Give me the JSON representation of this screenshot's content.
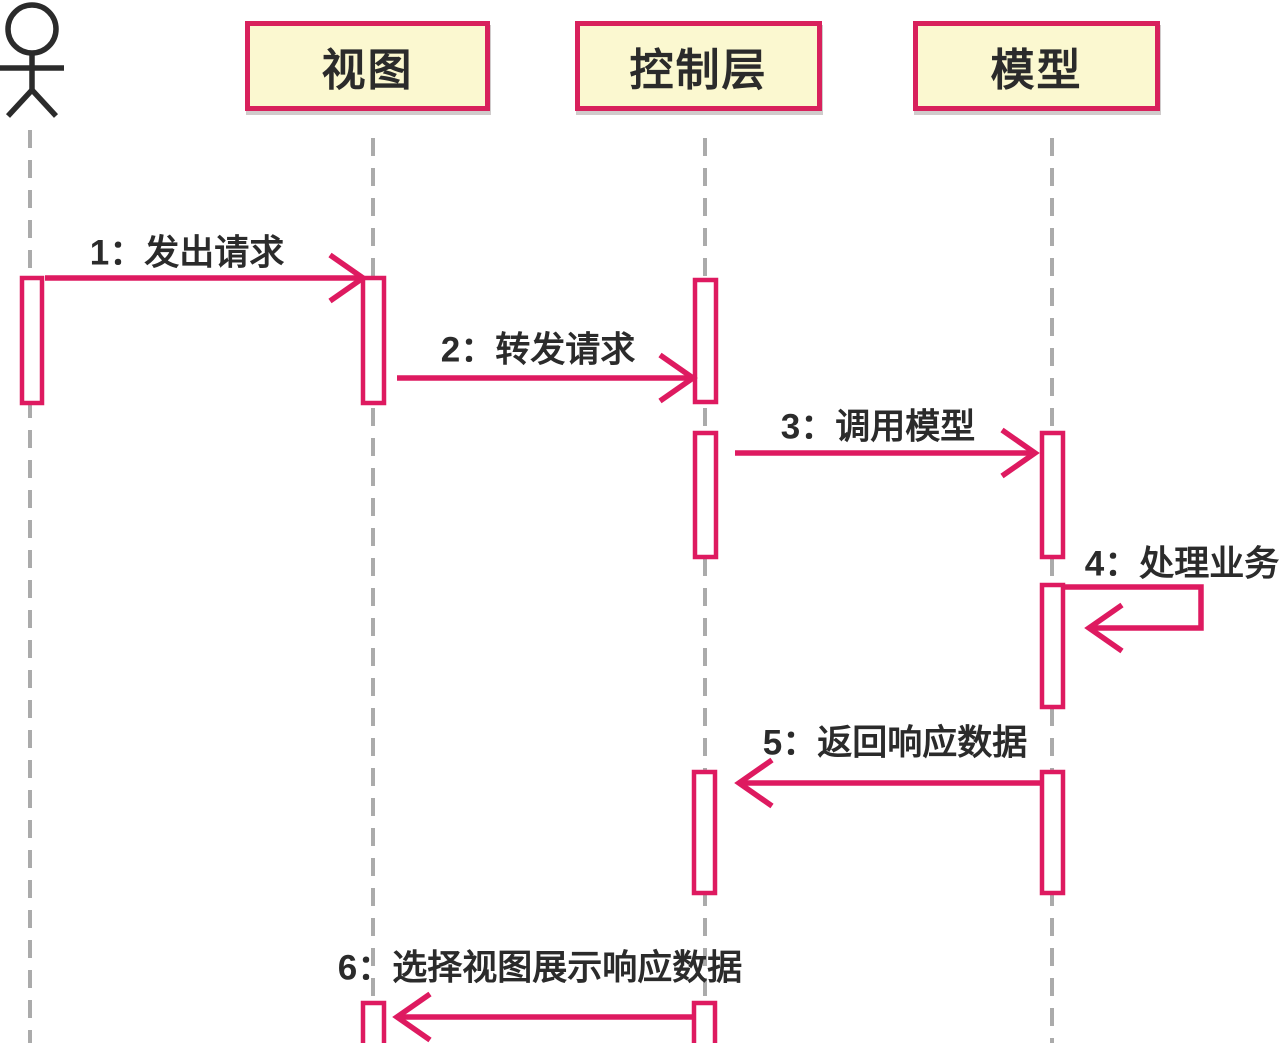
{
  "diagram": {
    "kind": "uml-sequence-diagram",
    "actor": {
      "name": "user-actor"
    },
    "participants": [
      {
        "id": "view",
        "label": "视图"
      },
      {
        "id": "controller",
        "label": "控制层"
      },
      {
        "id": "model",
        "label": "模型"
      }
    ],
    "messages": [
      {
        "seq": 1,
        "label": "1：发出请求",
        "from": "actor",
        "to": "view"
      },
      {
        "seq": 2,
        "label": "2：转发请求",
        "from": "view",
        "to": "controller"
      },
      {
        "seq": 3,
        "label": "3：调用模型",
        "from": "controller",
        "to": "model"
      },
      {
        "seq": 4,
        "label": "4：处理业务",
        "from": "model",
        "to": "model"
      },
      {
        "seq": 5,
        "label": "5：返回响应数据",
        "from": "model",
        "to": "controller"
      },
      {
        "seq": 6,
        "label": "6：选择视图展示响应数据",
        "from": "controller",
        "to": "view"
      }
    ],
    "colors": {
      "accent": "#DE1A60",
      "participant_border": "#D8215C",
      "participant_fill": "#FBF8D0",
      "lifeline": "#ABABAB",
      "text": "#2B2B2B",
      "actor_stroke": "#2B2B2B",
      "activation_fill": "#FFFFFF"
    }
  }
}
